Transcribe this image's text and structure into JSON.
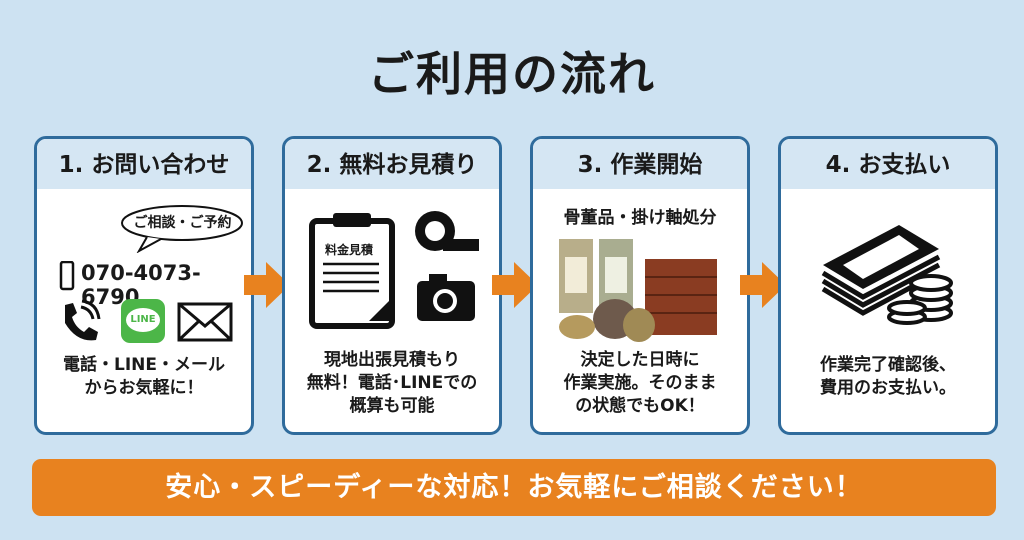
{
  "title": "ご利用の流れ",
  "steps": [
    {
      "heading": "1. お問い合わせ",
      "bubble": "ご相談・ご予約",
      "phone": "070-4073-6790",
      "line_label": "LINE",
      "desc": [
        "電話・LINE・メール",
        "からお気軽に！"
      ]
    },
    {
      "heading": "2. 無料お見積り",
      "doc_label": "料金見積",
      "desc": [
        "現地出張見積もり",
        "無料！電話･LINEでの",
        "概算も可能"
      ]
    },
    {
      "heading": "3. 作業開始",
      "subheading": "骨董品・掛け軸処分",
      "desc": [
        "決定した日時に",
        "作業実施。そのまま",
        "の状態でもOK！"
      ]
    },
    {
      "heading": "4. お支払い",
      "desc": [
        "作業完了確認後、",
        "費用のお支払い。"
      ]
    }
  ],
  "banner": "安心・スピーディーな対応！お気軽にご相談ください！",
  "colors": {
    "accent": "#e8821f",
    "border": "#2f6b9c",
    "background": "#cde2f2",
    "line_green": "#4cb648"
  }
}
